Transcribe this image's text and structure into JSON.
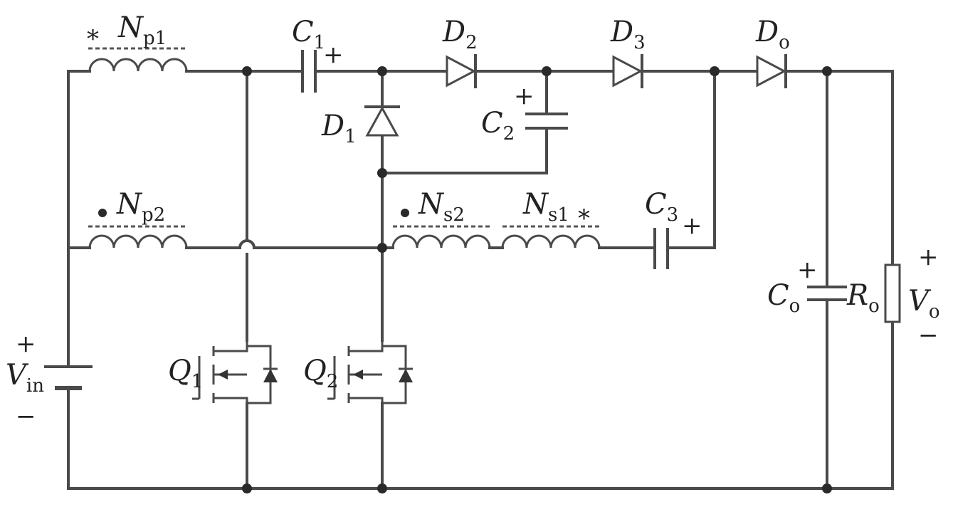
{
  "labels": {
    "np1": {
      "main": "N",
      "sub": "p1"
    },
    "np2": {
      "main": "N",
      "sub": "p2"
    },
    "ns2": {
      "main": "N",
      "sub": "s2"
    },
    "ns1": {
      "main": "N",
      "sub": "s1"
    },
    "c1": {
      "main": "C",
      "sub": "1"
    },
    "c2": {
      "main": "C",
      "sub": "2"
    },
    "c3": {
      "main": "C",
      "sub": "3"
    },
    "co": {
      "main": "C",
      "sub": "o"
    },
    "d1": {
      "main": "D",
      "sub": "1"
    },
    "d2": {
      "main": "D",
      "sub": "2"
    },
    "d3": {
      "main": "D",
      "sub": "3"
    },
    "do": {
      "main": "D",
      "sub": "o"
    },
    "q1": {
      "main": "Q",
      "sub": "1"
    },
    "q2": {
      "main": "Q",
      "sub": "2"
    },
    "vin": {
      "main": "V",
      "sub": "in"
    },
    "ro": {
      "main": "R",
      "sub": "o"
    },
    "vo": {
      "main": "V",
      "sub": "o"
    }
  },
  "signs": {
    "plus": "+",
    "minus": "−",
    "star": "*"
  }
}
